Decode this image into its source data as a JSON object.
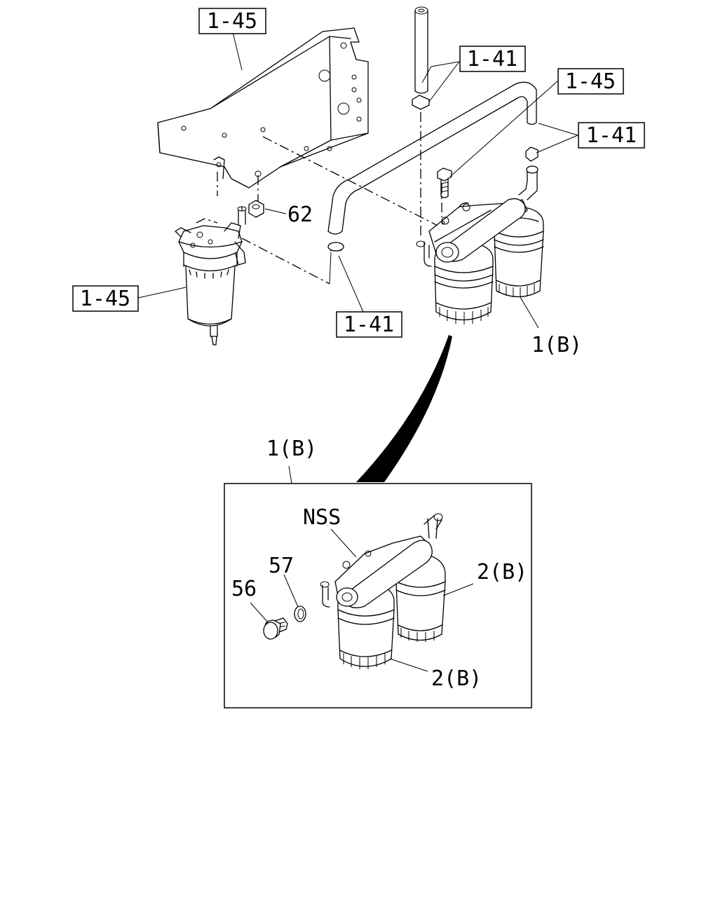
{
  "callouts": {
    "bracket_ref": "1-45",
    "upper_pipe_ref": "1-41",
    "bolt_ref": "1-45",
    "right_pipe_ref": "1-41",
    "left_filter_ref": "1-45",
    "lower_pipe_ref": "1-41",
    "nut_part": "62",
    "filter_assembly": "1(B)",
    "detail_title": "1(B)",
    "nss_label": "NSS",
    "washer_part": "57",
    "plug_part": "56",
    "element_rear": "2(B)",
    "element_front": "2(B)"
  }
}
